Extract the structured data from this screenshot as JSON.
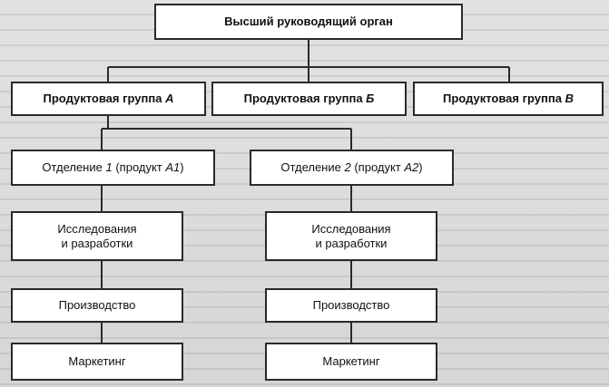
{
  "top": {
    "label": "Высший руководящий орган"
  },
  "groups": [
    {
      "label": "Продуктовая группа",
      "letter": "А"
    },
    {
      "label": "Продуктовая группа",
      "letter": "Б"
    },
    {
      "label": "Продуктовая группа",
      "letter": "В"
    }
  ],
  "divisions": [
    {
      "prefix": "Отделение",
      "number": "1",
      "middle": "(продукт",
      "product": "А1",
      "suffix": ")",
      "research": "Исследования\nи разработки",
      "production": "Производство",
      "marketing": "Маркетинг"
    },
    {
      "prefix": "Отделение",
      "number": "2",
      "middle": "(продукт",
      "product": "А2",
      "suffix": ")",
      "research": "Исследования\nи разработки",
      "production": "Производство",
      "marketing": "Маркетинг"
    }
  ]
}
